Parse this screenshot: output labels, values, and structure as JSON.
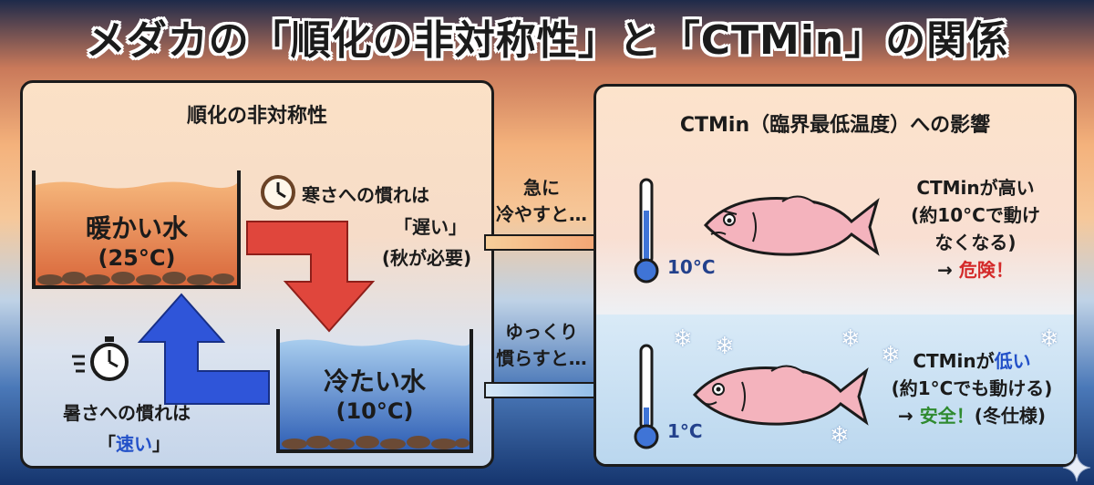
{
  "title": "メダカの「順化の非対称性」と「CTMin」の関係",
  "left_panel": {
    "heading": "順化の非対称性",
    "warm_tank": {
      "name": "暖かい水",
      "temp": "(25°C)"
    },
    "cold_tank": {
      "name": "冷たい水",
      "temp": "(10°C)"
    },
    "cold_adapt": {
      "line1": "寒さへの慣れは",
      "line2": "「遅い」",
      "line3": "(秋が必要)"
    },
    "heat_adapt": {
      "line1": "暑さへの慣れは",
      "line2_open": "「",
      "line2_word": "速い",
      "line2_close": "」"
    }
  },
  "middle": {
    "sudden": {
      "line1": "急に",
      "line2": "冷やすと…"
    },
    "gradual": {
      "line1": "ゆっくり",
      "line2": "慣らすと…"
    }
  },
  "right_panel": {
    "heading": "CTMin（臨界最低温度）への影響",
    "top_case": {
      "temp": "10°C",
      "line1": "CTMinが高い",
      "line2": "(約10°Cで動け",
      "line3": "なくなる)",
      "line4_prefix": "→",
      "line4_word": "危険！"
    },
    "bottom_case": {
      "temp": "1°C",
      "line1_prefix": "CTMinが",
      "line1_word": "低い",
      "line2": "(約1°Cでも動ける)",
      "line3_prefix": "→",
      "line3_word": "安全！",
      "line3_suffix": "(冬仕様)"
    }
  },
  "colors": {
    "red_arrow": "#e0463c",
    "blue_arrow": "#2f55d9",
    "danger": "#d42a2a",
    "safe": "#2f8a2f",
    "fast": "#2250c8"
  },
  "icons": [
    "clock-icon",
    "stopwatch-icon",
    "thermometer-icon",
    "fish-icon",
    "snowflake-icon",
    "sparkle-icon"
  ]
}
